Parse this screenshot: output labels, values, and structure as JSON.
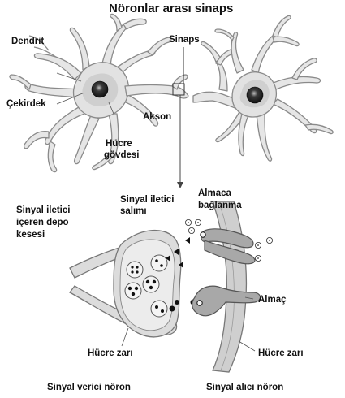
{
  "title": "Nöronlar arası sinaps",
  "labels": {
    "dendrit": "Dendrit",
    "sinaps": "Sinaps",
    "cekirdek": "Çekirdek",
    "akson": "Akson",
    "hucre_govdesi_1": "Hücre",
    "hucre_govdesi_2": "gövdesi",
    "sinyal_iletici_salimi_1": "Sinyal iletici",
    "sinyal_iletici_salimi_2": "salımı",
    "almaca_baglanma_1": "Almaca",
    "almaca_baglanma_2": "bağlanma",
    "depo_kesesi_1": "Sinyal iletici",
    "depo_kesesi_2": "içeren depo",
    "depo_kesesi_3": "kesesi",
    "almac": "Almaç",
    "hucre_zari_left": "Hücre zarı",
    "hucre_zari_right": "Hücre zarı",
    "sinyal_verici_noron": "Sinyal verici nöron",
    "sinyal_alici_noron": "Sinyal alıcı nöron"
  },
  "colors": {
    "cell_fill": "#e6e6e6",
    "cell_stroke": "#8a8a8a",
    "body_fill": "#d4d4d4",
    "nucleus": "#1a1a1a",
    "membrane_fill": "#cfcfcf",
    "receptor_fill": "#a8a8a8"
  }
}
